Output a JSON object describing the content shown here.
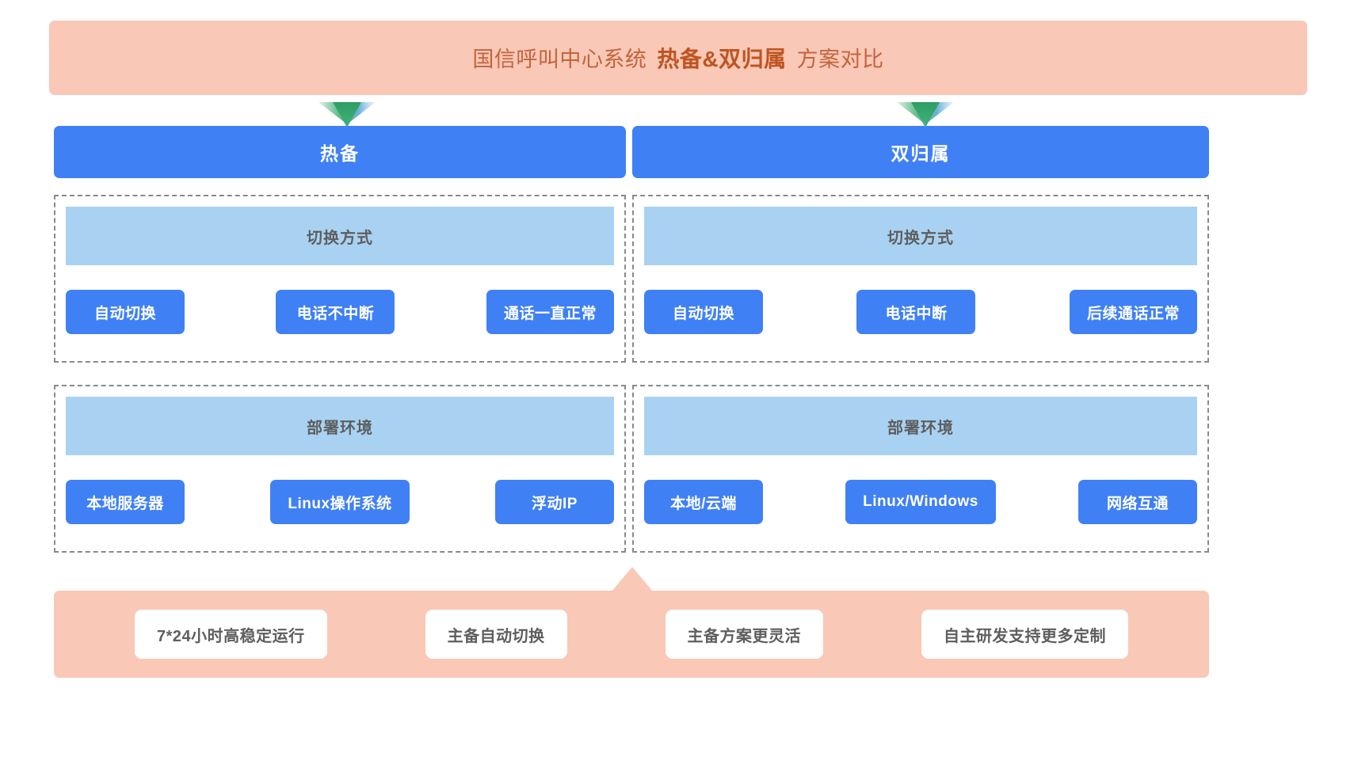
{
  "title": {
    "prefix": "国信呼叫中心系统",
    "emphasis": "热备&双归属",
    "suffix": "方案对比"
  },
  "colors": {
    "banner_bg": "#f9c8b7",
    "title_text": "#c4643c",
    "title_emphasis": "#bf5420",
    "primary_blue": "#4080f5",
    "band_blue": "#a9d2f2",
    "band_text": "#5e5e5e",
    "dashed_border": "#8a8a8a",
    "arrow_green": "#3aaa6e",
    "arrow_teal": "#5ba8d4"
  },
  "columns": [
    {
      "header": "热备",
      "sections": [
        {
          "band": "切换方式",
          "chips": [
            "自动切换",
            "电话不中断",
            "通话一直正常"
          ]
        },
        {
          "band": "部署环境",
          "chips": [
            "本地服务器",
            "Linux操作系统",
            "浮动IP"
          ]
        }
      ]
    },
    {
      "header": "双归属",
      "sections": [
        {
          "band": "切换方式",
          "chips": [
            "自动切换",
            "电话中断",
            "后续通话正常"
          ]
        },
        {
          "band": "部署环境",
          "chips": [
            "本地/云端",
            "Linux/Windows",
            "网络互通"
          ]
        }
      ]
    }
  ],
  "summary": {
    "pills": [
      "7*24小时高稳定运行",
      "主备自动切换",
      "主备方案更灵活",
      "自主研发支持更多定制"
    ]
  }
}
